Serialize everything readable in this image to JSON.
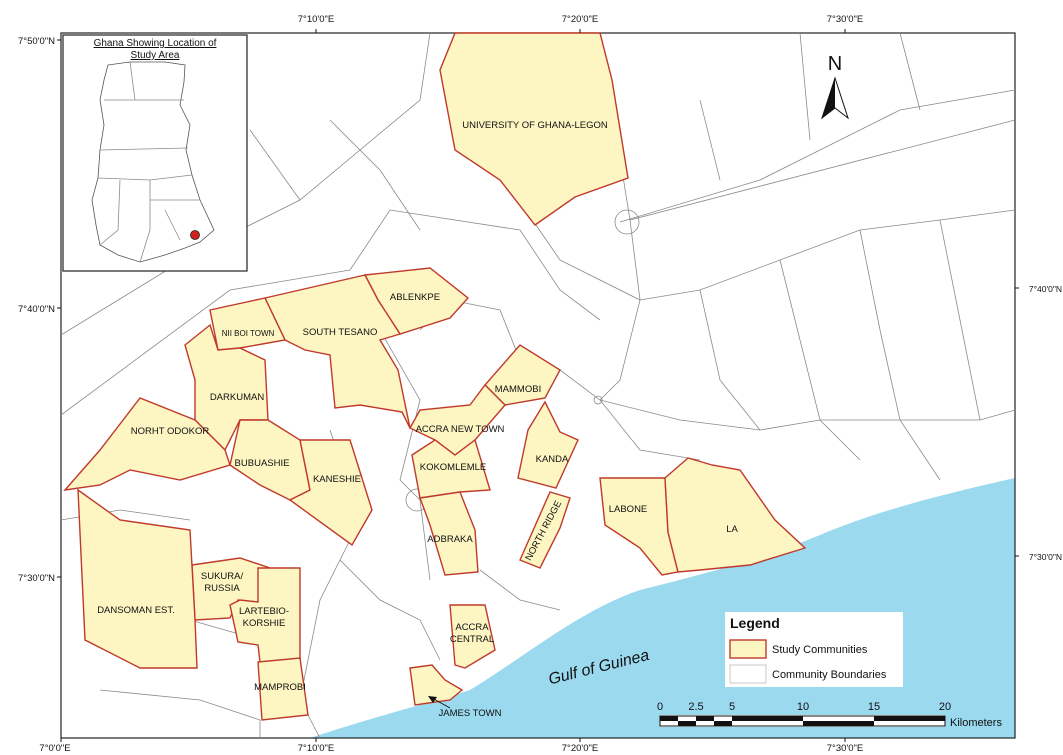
{
  "colors": {
    "community_fill": "#fdf5c2",
    "community_stroke": "#c0392b",
    "boundary_stroke": "#8a8a8a",
    "sea": "#9ad9ee",
    "location_dot": "#d21f1f"
  },
  "axes": {
    "top_ticks": [
      "7°10'0\"E",
      "7°20'0\"E",
      "7°30'0\"E"
    ],
    "bottom_ticks": [
      "7°0'0\"E",
      "7°10'0\"E",
      "7°20'0\"E",
      "7°30'0\"E"
    ],
    "left_ticks": [
      "7°50'0\"N",
      "7°40'0\"N",
      "7°30'0\"N"
    ],
    "right_ticks": [
      "7°40'0\"N",
      "7°30'0\"N"
    ]
  },
  "inset": {
    "title_line1": "Ghana Showing Location  of",
    "title_line2": "Study Area"
  },
  "north_arrow": {
    "label": "N"
  },
  "sea_label": "Gulf of Guinea",
  "communities": [
    "UNIVERSITY OF GHANA-LEGON",
    "ABLENKPE",
    "SOUTH TESANO",
    "NII BOI TOWN",
    "DARKUMAN",
    "NORHT ODOKOR",
    "BUBUASHIE",
    "KANESHIE",
    "MAMMOBI",
    "ACCRA NEW TOWN",
    "KOKOMLEMLE",
    "KANDA",
    "ADBRAKA",
    "NORTH RIDGE",
    "LABONE",
    "LA",
    "SUKURA/",
    "RUSSIA",
    "LARTEBIO-",
    "KORSHIE",
    "DANSOMAN EST.",
    "ACCRA",
    "CENTRAL",
    "MAMPROBI",
    "JAMES TOWN"
  ],
  "legend": {
    "title": "Legend",
    "items": [
      "Study Communities",
      "Community Boundaries"
    ]
  },
  "scale_bar": {
    "ticks": [
      "0",
      "2.5",
      "5",
      "10",
      "15",
      "20"
    ],
    "unit": "Kilometers"
  }
}
